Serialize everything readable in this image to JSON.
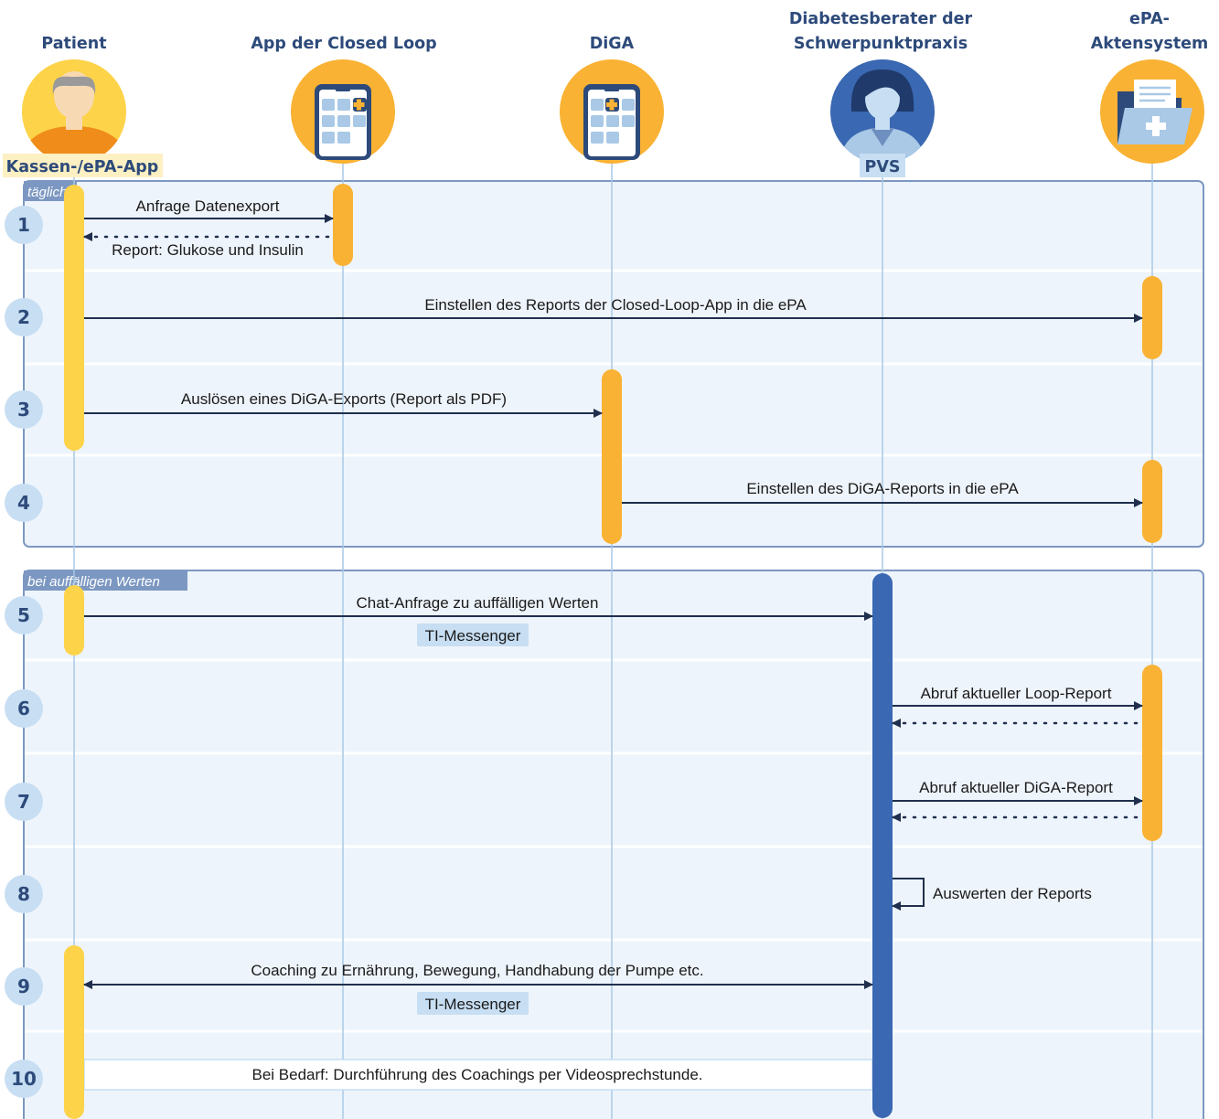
{
  "actors": [
    {
      "id": "patient",
      "title_lines": [
        "Patient"
      ],
      "tag": "Kassen-/ePA-App",
      "icon": "patient-avatar-icon"
    },
    {
      "id": "closedloop",
      "title_lines": [
        "App der Closed Loop"
      ],
      "tag": "",
      "icon": "smartphone-app-icon"
    },
    {
      "id": "diga",
      "title_lines": [
        "DiGA"
      ],
      "tag": "",
      "icon": "smartphone-app-icon"
    },
    {
      "id": "berater",
      "title_lines": [
        "Diabetesberater der",
        "Schwerpunktpraxis"
      ],
      "tag": "PVS",
      "icon": "doctor-avatar-icon"
    },
    {
      "id": "epa",
      "title_lines": [
        "ePA-",
        "Aktensystem"
      ],
      "tag": "",
      "icon": "medical-folder-icon"
    }
  ],
  "frames": [
    {
      "label": "täglich"
    },
    {
      "label": "bei auffälligen Werten"
    }
  ],
  "steps": [
    "1",
    "2",
    "3",
    "4",
    "5",
    "6",
    "7",
    "8",
    "9",
    "10"
  ],
  "messages": [
    {
      "step": "1",
      "from": "patient",
      "to": "closedloop",
      "label": "Anfrage Datenexport",
      "style": "solid"
    },
    {
      "step": "1",
      "from": "closedloop",
      "to": "patient",
      "label": "Report: Glukose und Insulin",
      "style": "dotted"
    },
    {
      "step": "2",
      "from": "patient",
      "to": "epa",
      "label": "Einstellen des Reports der Closed-Loop-App in die ePA",
      "style": "solid"
    },
    {
      "step": "3",
      "from": "patient",
      "to": "diga",
      "label": "Auslösen eines DiGA-Exports (Report als PDF)",
      "style": "solid"
    },
    {
      "step": "4",
      "from": "diga",
      "to": "epa",
      "label": "Einstellen des DiGA-Reports in die ePA",
      "style": "solid"
    },
    {
      "step": "5",
      "from": "patient",
      "to": "berater",
      "label": "Chat-Anfrage zu auffälligen Werten",
      "style": "solid",
      "chip": "TI-Messenger"
    },
    {
      "step": "6",
      "from": "berater",
      "to": "epa",
      "label": "Abruf aktueller Loop-Report",
      "style": "solid"
    },
    {
      "step": "6",
      "from": "epa",
      "to": "berater",
      "label": "",
      "style": "dotted"
    },
    {
      "step": "7",
      "from": "berater",
      "to": "epa",
      "label": "Abruf aktueller DiGA-Report",
      "style": "solid"
    },
    {
      "step": "7",
      "from": "epa",
      "to": "berater",
      "label": "",
      "style": "dotted"
    },
    {
      "step": "8",
      "from": "berater",
      "to": "berater",
      "label": "Auswerten der Reports",
      "style": "self"
    },
    {
      "step": "9",
      "from": "patient",
      "to": "berater",
      "label": "Coaching zu Ernährung, Bewegung, Handhabung der Pumpe etc.",
      "style": "double",
      "chip": "TI-Messenger"
    },
    {
      "step": "10",
      "from": "patient",
      "to": "berater",
      "label": "Bei Bedarf: Durchführung des Coachings per Videosprechstunde.",
      "style": "band"
    }
  ],
  "colors": {
    "navy": "#2d4a7a",
    "frame_bg": "#eef4fb",
    "frame_border": "#7c98c2",
    "frame_label_bg": "#7c98c2",
    "step_circle": "#c7def3",
    "lifeline": "#a9c9e6",
    "patient_activation": "#fdd34a",
    "app_activation": "#f9b233",
    "berater_activation": "#3a68b2",
    "chip_bg": "#c7def3",
    "tag_bg": "#fdf0c2"
  }
}
